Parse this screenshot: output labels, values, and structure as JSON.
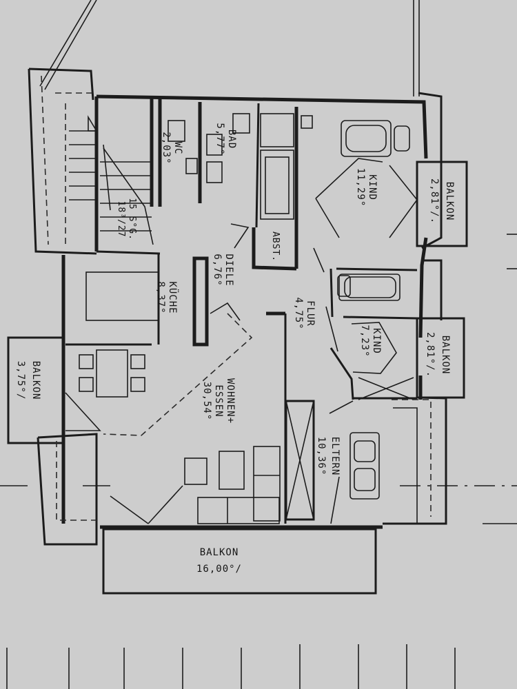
{
  "rooms": {
    "bad": {
      "name": "BAD",
      "area": "5,77°"
    },
    "wc": {
      "name": "WC",
      "area": "2,03°"
    },
    "kind1": {
      "name": "KIND",
      "area": "11,29°"
    },
    "balkon1": {
      "name": "BALKON",
      "area": "2,81°/."
    },
    "stair": {
      "name": "15 S°G.",
      "area": "18³/27"
    },
    "abst": {
      "name": "ABST."
    },
    "diele": {
      "name": "DIELE",
      "area": "6,76°"
    },
    "kueche": {
      "name": "KÜCHE",
      "area": "8,37°"
    },
    "flur": {
      "name": "FLUR",
      "area": "4,75°"
    },
    "kind2": {
      "name": "KIND",
      "area": "7,23°"
    },
    "balkon2": {
      "name": "BALKON",
      "area": "2,81°/."
    },
    "balkon3": {
      "name": "BALKON",
      "area": "3,75°/"
    },
    "wohnen": {
      "name1": "WOHNEN+",
      "name2": "ESSEN",
      "area": "30,54°"
    },
    "eltern": {
      "name": "ELTERN",
      "area": "10,36°"
    },
    "balkon4": {
      "name": "BALKON",
      "area": "16,00°/"
    }
  }
}
